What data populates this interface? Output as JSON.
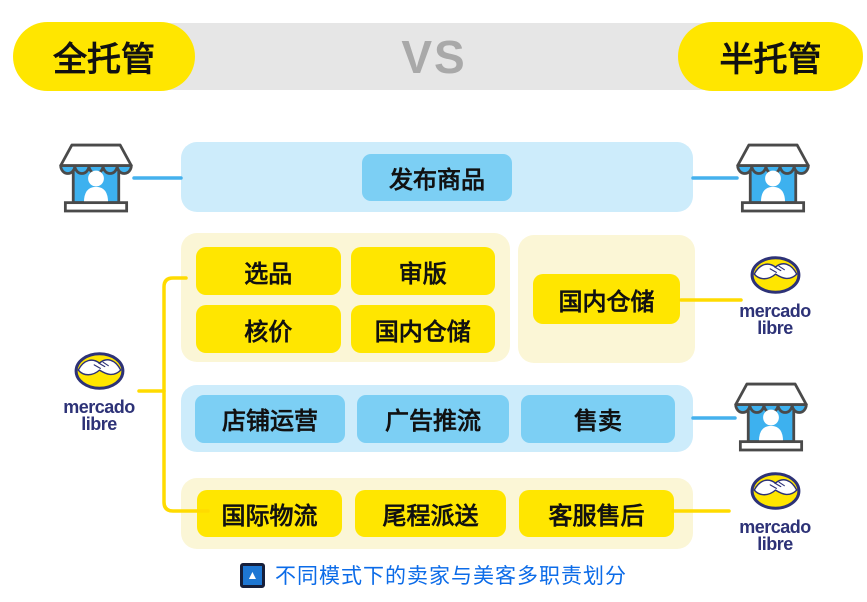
{
  "header": {
    "left_badge": "全托管",
    "vs_label": "VS",
    "right_badge": "半托管"
  },
  "seller_flow": {
    "publish_label": "发布商品"
  },
  "full_managed": {
    "tasks": [
      "选品",
      "审版",
      "核价",
      "国内仓储"
    ]
  },
  "semi_managed": {
    "warehouse_label": "国内仓储"
  },
  "operations": {
    "tasks": [
      "店铺运营",
      "广告推流",
      "售卖"
    ]
  },
  "logistics": {
    "tasks": [
      "国际物流",
      "尾程派送",
      "客服售后"
    ]
  },
  "brand": {
    "logo_line1": "mercado",
    "logo_line2": "libre"
  },
  "caption": {
    "marker": "▲",
    "text": "不同模式下的卖家与美客多职责划分"
  },
  "colors": {
    "brand_yellow": "#FFE600",
    "brand_navy": "#2D3277",
    "cream_panel": "#FBF6D6",
    "light_blue_panel": "#CDECFB",
    "mid_blue_box": "#7CCFF4",
    "store_blue": "#3DB1EF",
    "connector_blue": "#45B1ED",
    "connector_yellow": "#FFDB00",
    "vs_gray": "#A9A9A9",
    "band_gray": "#E6E6E6",
    "caption_blue": "#0B6BE8"
  }
}
